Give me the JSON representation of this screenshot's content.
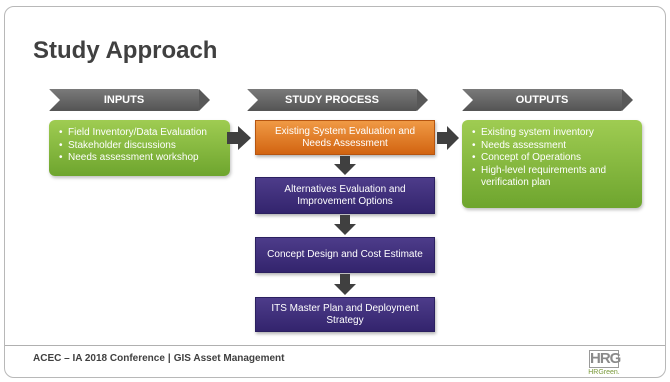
{
  "slide": {
    "title": "Study Approach",
    "headers": {
      "inputs": "INPUTS",
      "study_process": "STUDY PROCESS",
      "outputs": "OUTPUTS"
    },
    "inputs": [
      "Field Inventory/Data Evaluation",
      "Stakeholder discussions",
      "Needs assessment workshop"
    ],
    "process": [
      "Existing System Evaluation and Needs Assessment",
      "Alternatives Evaluation and Improvement Options",
      "Concept Design and Cost Estimate",
      "ITS Master Plan and Deployment Strategy"
    ],
    "outputs": [
      "Existing system inventory",
      "Needs assessment",
      "Concept of Operations",
      "High-level requirements and verification plan"
    ],
    "footer": {
      "conference": "ACEC – IA 2018 Conference",
      "separator": "|",
      "topic": "GIS Asset Management"
    },
    "logo": {
      "mark": "HRG",
      "text": "HRGreen."
    },
    "colors": {
      "green": "#8cc04a",
      "orange": "#e67e22",
      "purple": "#3f2f7c",
      "header_gray": "#666666",
      "arrow": "#404040"
    }
  }
}
